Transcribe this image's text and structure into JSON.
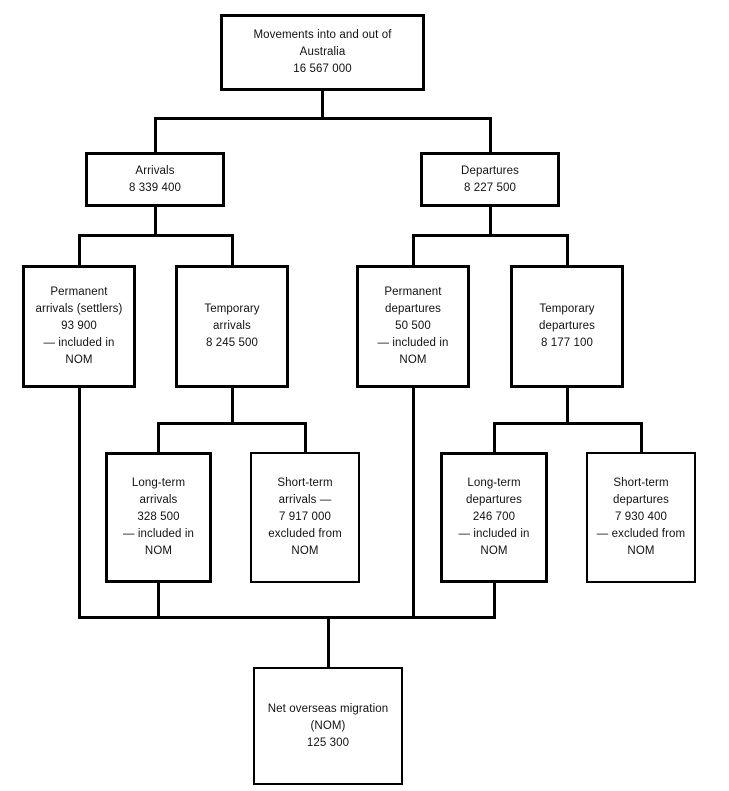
{
  "diagram": {
    "title": "Movements into and out of Australia",
    "colors": {
      "background": "#ffffff",
      "box_border": "#000000",
      "connector_line": "#000000",
      "text": "#111111"
    },
    "nodes": {
      "root": {
        "lines": [
          "Movements into and out of",
          "Australia",
          "16 567 000"
        ]
      },
      "arrivals": {
        "lines": [
          "Arrivals",
          "8 339 400"
        ]
      },
      "departures": {
        "lines": [
          "Departures",
          "8 227 500"
        ]
      },
      "permanent_arrivals": {
        "lines": [
          "Permanent",
          "arrivals (settlers)",
          "93 900",
          "— included in",
          "NOM"
        ]
      },
      "temporary_arrivals": {
        "lines": [
          "Temporary",
          "arrivals",
          "8 245 500"
        ]
      },
      "permanent_departures": {
        "lines": [
          "Permanent",
          "departures",
          "50 500",
          "— included in",
          "NOM"
        ]
      },
      "temporary_departures": {
        "lines": [
          "Temporary",
          "departures",
          "8 177 100"
        ]
      },
      "long_term_arrivals": {
        "lines": [
          "Long-term",
          "arrivals",
          "328 500",
          "— included in",
          "NOM"
        ]
      },
      "short_term_arrivals": {
        "lines": [
          "Short-term",
          "arrivals —",
          "7 917 000",
          "excluded from",
          "NOM"
        ]
      },
      "long_term_departures": {
        "lines": [
          "Long-term",
          "departures",
          "246 700",
          "— included in",
          "NOM"
        ]
      },
      "short_term_departures": {
        "lines": [
          "Short-term",
          "departures",
          "7 930 400",
          "— excluded from",
          "NOM"
        ]
      },
      "net_overseas_migration": {
        "lines": [
          "Net overseas migration",
          "(NOM)",
          "125 300"
        ]
      }
    }
  }
}
